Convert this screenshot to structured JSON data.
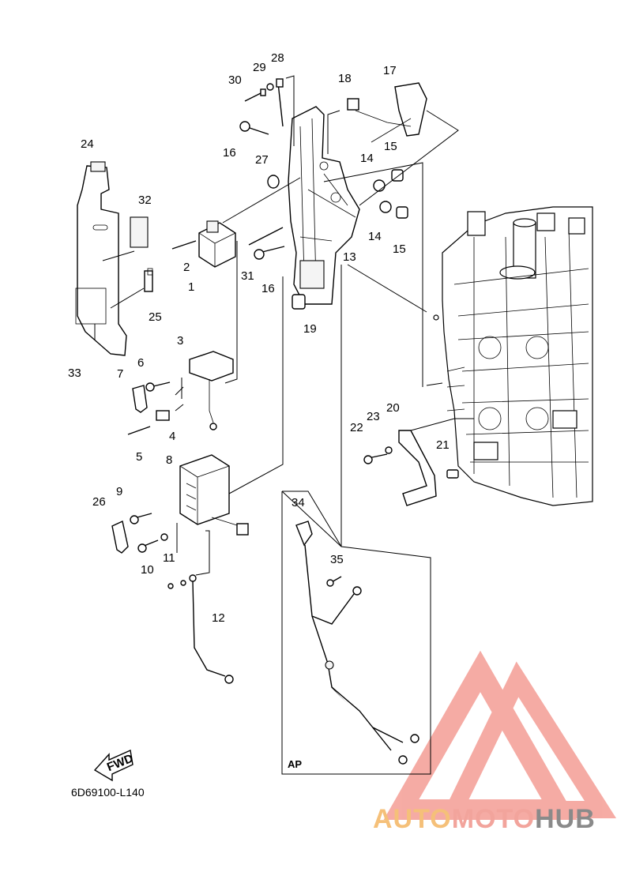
{
  "diagram": {
    "drawing_code": "6D69100-L140",
    "forward_label": "FWD",
    "ap_label": "AP",
    "callouts": [
      "1",
      "2",
      "3",
      "4",
      "5",
      "6",
      "7",
      "8",
      "9",
      "10",
      "11",
      "12",
      "13",
      "14",
      "14",
      "15",
      "15",
      "16",
      "16",
      "17",
      "18",
      "19",
      "20",
      "21",
      "22",
      "23",
      "24",
      "25",
      "26",
      "27",
      "28",
      "29",
      "30",
      "31",
      "32",
      "33",
      "34",
      "35"
    ]
  },
  "watermark": {
    "part1": "AUTO",
    "part2": "MOTO",
    "part3": "HUB",
    "colors": {
      "auto": "#f5c079",
      "moto": "#f2a49c",
      "hub": "#8a8a8a",
      "triangle": "#f49d95"
    }
  }
}
